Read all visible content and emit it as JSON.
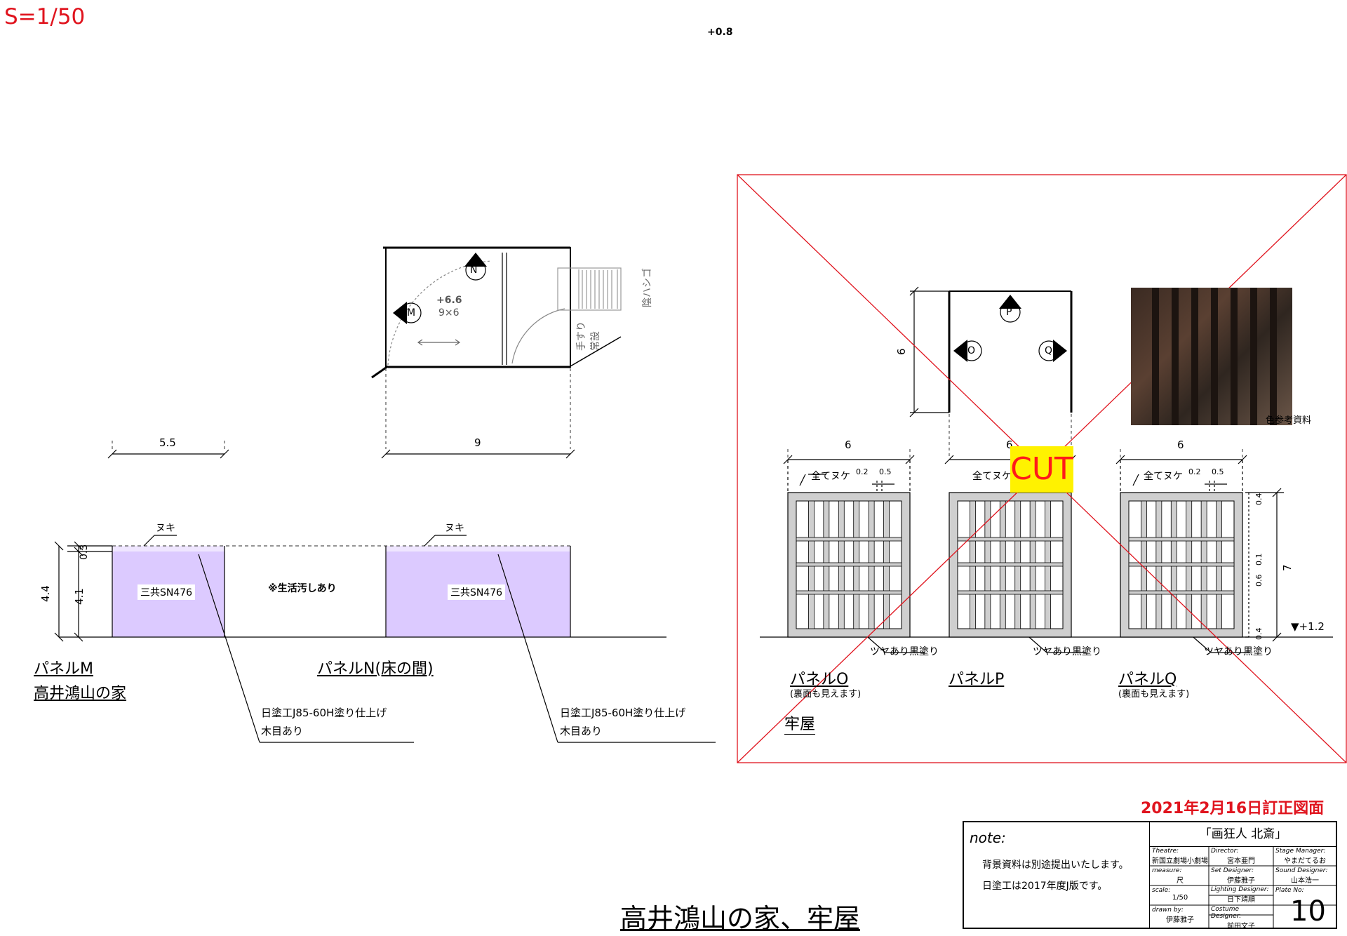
{
  "scale_label": "S=1/50",
  "top_elevation": "+0.8",
  "plan": {
    "elev": "+6.6",
    "size": "9×6",
    "ladder_label": "陰ハシゴ",
    "rail_label_1": "手すり",
    "rail_label_2": "常設",
    "marker_m": "M",
    "marker_n": "N"
  },
  "panel_m": {
    "dim_width": "5.5",
    "dim_h_total": "4.4",
    "dim_h_top": "0.3",
    "dim_h_body": "4.1",
    "nuki_label": "ヌキ",
    "color_code": "三共SN476",
    "name": "パネルM",
    "subtitle": "高井鴻山の家",
    "finish_1": "日塗工J85-60H塗り仕上げ",
    "finish_2": "木目あり"
  },
  "panel_n": {
    "dim_width": "9",
    "nuki_label": "ヌキ",
    "color_code": "三共SN476",
    "name": "パネルN(床の間)",
    "dirt_note": "※生活汚しあり",
    "finish_1": "日塗工J85-60H塗り仕上げ",
    "finish_2": "木目あり"
  },
  "cell_plan": {
    "dim_depth": "6",
    "marker_p": "P",
    "marker_o": "O",
    "marker_q": "Q"
  },
  "panel_o": {
    "dim_width": "6",
    "all_nuke": "全てヌケ",
    "dim_a": "0.2",
    "dim_b": "0.5",
    "finish": "ツヤあり黒塗り",
    "name": "パネルO",
    "sub": "(裏面も見えます)"
  },
  "panel_p": {
    "dim_width": "6",
    "all_nuke": "全てヌケ",
    "finish": "ツヤあり黒塗り",
    "name": "パネルP"
  },
  "panel_q": {
    "dim_width": "6",
    "all_nuke": "全てヌケ",
    "dim_a": "0.2",
    "dim_b": "0.5",
    "finish": "ツヤあり黒塗り",
    "name": "パネルQ",
    "sub": "(裏面も見えます)",
    "dim_top": "0.4",
    "dim_mid_a": "0.1",
    "dim_mid_b": "0.6",
    "dim_bottom": "0.4",
    "dim_height": "7",
    "elevation": "▼+1.2"
  },
  "cell_label": "牢屋",
  "cut_label": "CUT",
  "ref_caption": "色参考資料",
  "revision_note": "2021年2月16日訂正図面",
  "sheet_title": "高井鴻山の家、牢屋",
  "title_block": {
    "note_heading": "note:",
    "note_1": "背景資料は別途提出いたします。",
    "note_2": "日塗工は2017年度J版です。",
    "production": "「画狂人 北斎」",
    "theatre_k": "Theatre:",
    "theatre_v": "新国立劇場小劇場",
    "director_k": "Director:",
    "director_v": "宮本亜門",
    "stage_manager_k": "Stage Manager:",
    "stage_manager_v": "やまだてるお",
    "measure_k": "measure:",
    "measure_v": "尺",
    "set_designer_k": "Set Designer:",
    "set_designer_v": "伊藤雅子",
    "sound_designer_k": "Sound Designer:",
    "sound_designer_v": "山本浩一",
    "scale_k": "scale:",
    "scale_v": "1/50",
    "lighting_k": "Lighting Designer:",
    "lighting_v": "日下靖順",
    "plate_k": "Plate No:",
    "plate_v": "10",
    "drawn_k": "drawn by:",
    "drawn_v": "伊藤雅子",
    "costume_k": "Costume Designer:",
    "costume_v": "前田文子"
  },
  "colors": {
    "panel_fill": "#dccaff",
    "cut_line": "#e0141e",
    "cut_bg": "#fff200"
  }
}
